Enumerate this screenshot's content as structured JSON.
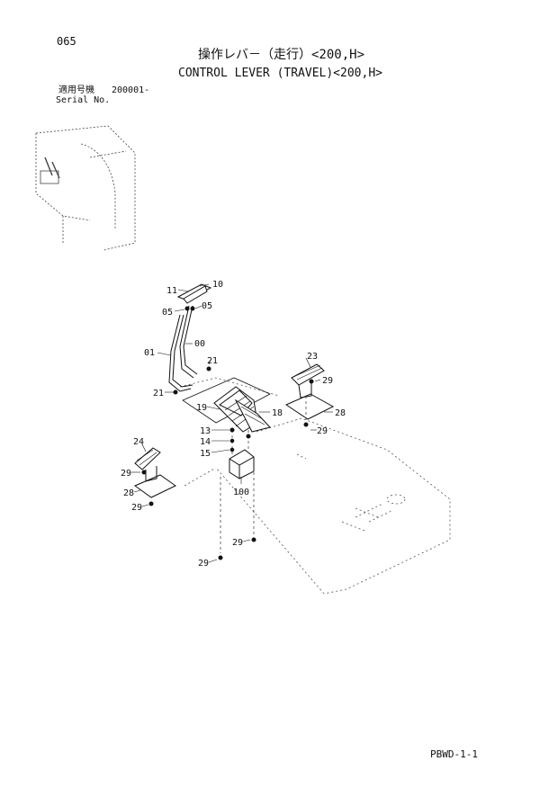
{
  "page_number": "065",
  "title_jp": "操作レバ－（走行）<200,H>",
  "title_en": "CONTROL LEVER (TRAVEL)<200,H>",
  "serial": {
    "label_jp": "適用号機",
    "value": "200001-",
    "label_en": "Serial No."
  },
  "footer_code": "PBWD-1-1",
  "callouts": {
    "c10": "10",
    "c11": "11",
    "c05a": "05",
    "c05b": "05",
    "c00": "00",
    "c01": "01",
    "c21a": "21",
    "c21b": "21",
    "c19": "19",
    "c18": "18",
    "c23": "23",
    "c29a": "29",
    "c28a": "28",
    "c29b": "29",
    "c13": "13",
    "c14": "14",
    "c15": "15",
    "c24": "24",
    "c29c": "29",
    "c28b": "28",
    "c29d": "29",
    "c100": "100",
    "c29e": "29",
    "c29f": "29"
  }
}
